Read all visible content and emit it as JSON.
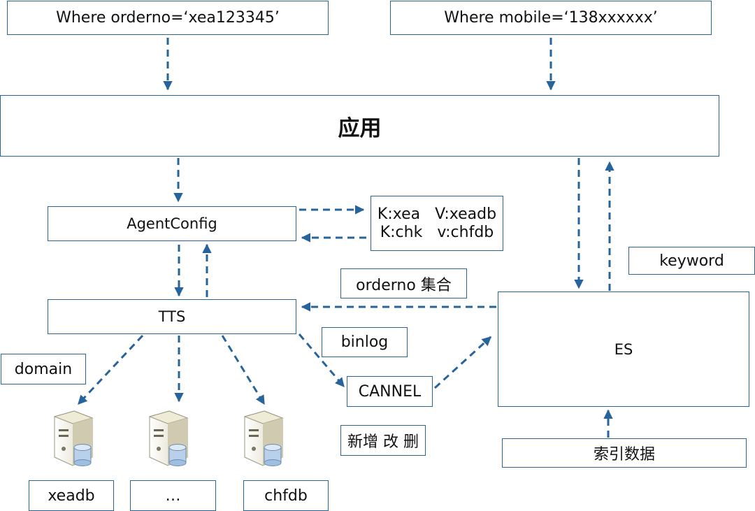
{
  "query_orderno": "Where orderno=‘xea123345’",
  "query_mobile": "Where mobile=‘138xxxxxx’",
  "app": "应用",
  "agent_config": "AgentConfig",
  "mapping": {
    "line1": "K:xea   V:xeadb",
    "line2": "K:chk   v:chfdb"
  },
  "keyword": "keyword",
  "orderno_set": "orderno 集合",
  "tts": "TTS",
  "es": "ES",
  "binlog": "binlog",
  "domain": "domain",
  "cannel": "CANNEL",
  "crud": "新增 改 删",
  "index_data": "索引数据",
  "databases": [
    "xeadb",
    "…",
    "chfdb"
  ],
  "colors": {
    "border": "#2a6395",
    "arrow": "#27649c",
    "server_body": "#f2f0df",
    "db_cylinder": "#b8d0ea"
  },
  "icons": [
    "server-icon",
    "database-icon"
  ]
}
